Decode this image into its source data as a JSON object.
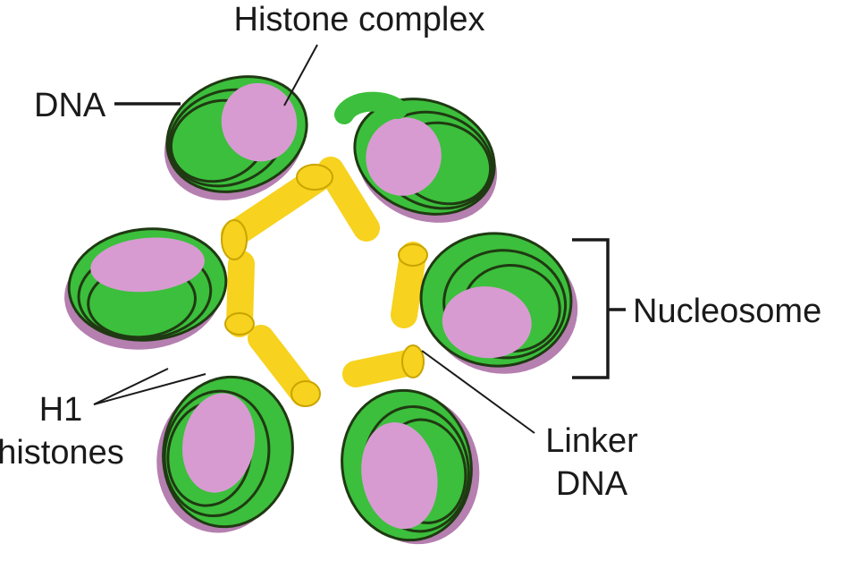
{
  "labels": {
    "histone_complex": "Histone complex",
    "dna": "DNA",
    "nucleosome": "Nucleosome",
    "h1_line1": "H1",
    "h1_line2": "histones",
    "linker_line1": "Linker",
    "linker_line2": "DNA"
  },
  "colors": {
    "dna": "#3cbf3c",
    "dna_dark": "#1f5f1a",
    "histone": "#d79bd2",
    "histone_shadow": "#b57fb0",
    "linker": "#f7d21e",
    "linker_dark": "#c9a400",
    "text": "#1a1a1a"
  },
  "nucleosome_count": 6
}
